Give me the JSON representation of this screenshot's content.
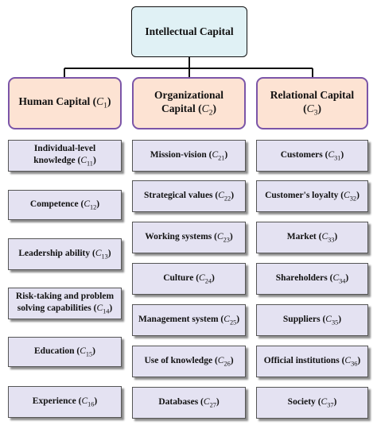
{
  "root": {
    "label": "Intellectual Capital"
  },
  "categories": [
    {
      "name": "Human Capital",
      "symbol": "C",
      "sub": "1",
      "items": [
        {
          "label": "Individual-level knowledge",
          "sub": "11"
        },
        {
          "label": "Competence",
          "sub": "12"
        },
        {
          "label": "Leadership ability",
          "sub": "13"
        },
        {
          "label": "Risk-taking and problem solving capabilities",
          "sub": "14"
        },
        {
          "label": "Education",
          "sub": "15"
        },
        {
          "label": "Experience",
          "sub": "16"
        }
      ]
    },
    {
      "name": "Organizational Capital",
      "symbol": "C",
      "sub": "2",
      "items": [
        {
          "label": "Mission-vision",
          "sub": "21"
        },
        {
          "label": "Strategical values",
          "sub": "22"
        },
        {
          "label": "Working systems",
          "sub": "23"
        },
        {
          "label": "Culture",
          "sub": "24"
        },
        {
          "label": "Management system",
          "sub": "25"
        },
        {
          "label": "Use of knowledge",
          "sub": "26"
        },
        {
          "label": "Databases",
          "sub": "27"
        }
      ]
    },
    {
      "name": "Relational Capital",
      "symbol": "C",
      "sub": "3",
      "items": [
        {
          "label": "Customers",
          "sub": "31"
        },
        {
          "label": "Customer's loyalty",
          "sub": "32"
        },
        {
          "label": "Market",
          "sub": "33"
        },
        {
          "label": "Shareholders",
          "sub": "34"
        },
        {
          "label": "Suppliers",
          "sub": "35"
        },
        {
          "label": "Official institutions",
          "sub": "36"
        },
        {
          "label": "Society",
          "sub": "37"
        }
      ]
    }
  ],
  "colors": {
    "root_fill": "#e0f1f5",
    "category_fill": "#fde3d3",
    "category_border": "#7b55a8",
    "item_fill": "#e4e2f2"
  }
}
